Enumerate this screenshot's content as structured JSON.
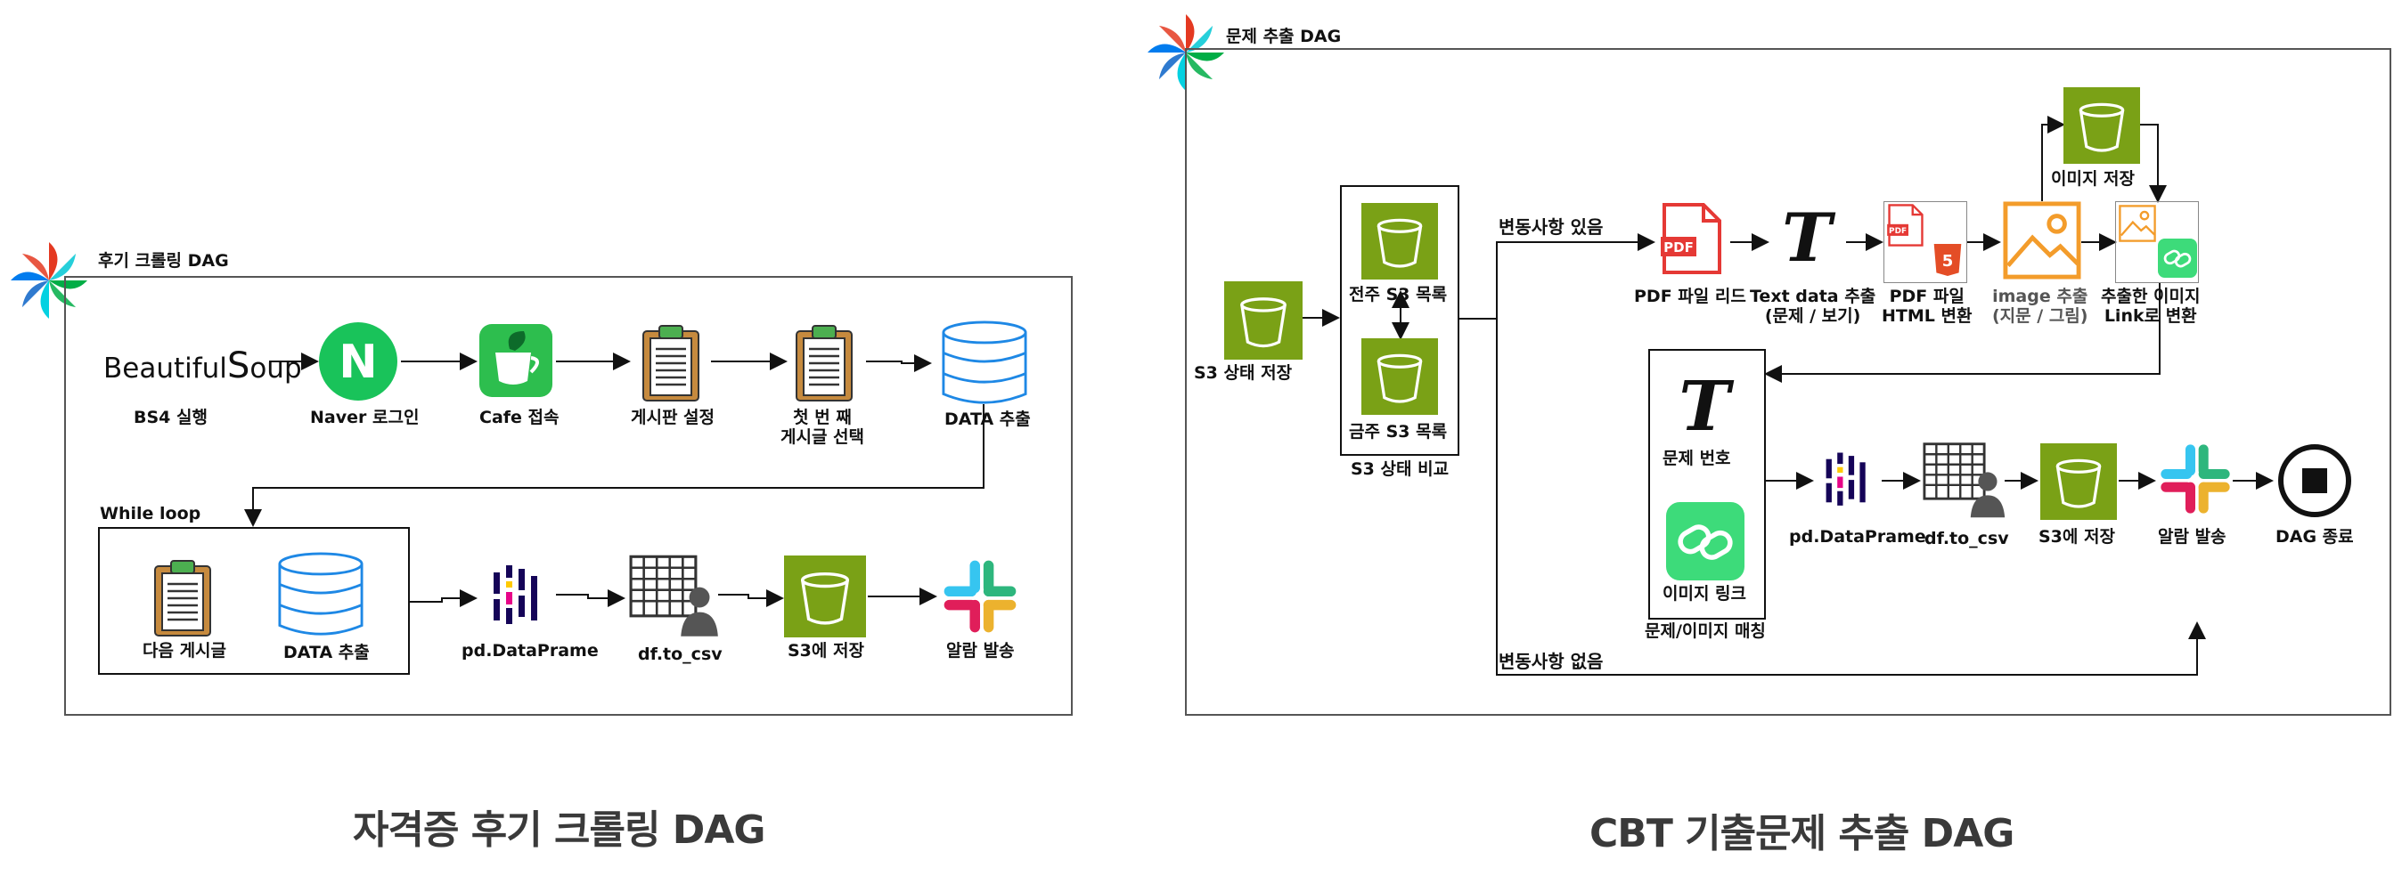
{
  "left_dag": {
    "header": "후기 크롤링 DAG",
    "bs4_logo": "Beautiful",
    "bs4_logo_tail": "oup",
    "nodes": {
      "bs4": "BS4 실행",
      "naver": "Naver 로그인",
      "cafe": "Cafe 접속",
      "board": "게시판 설정",
      "first_post": [
        "첫 번 째",
        "게시글 선택"
      ],
      "data1": "DATA 추출",
      "next_post": "다음 게시글",
      "data2": "DATA 추출",
      "pandas": "pd.DataPrame",
      "csv": "df.to_csv",
      "s3": "S3에 저장",
      "slack": "알람 발송"
    },
    "loop_label": "While loop",
    "caption": "자격증 후기 크롤링 DAG"
  },
  "right_dag": {
    "header": "문제 추출 DAG",
    "nodes": {
      "s3_state": "S3 상태 저장",
      "prev_s3": "전주 S3 목록",
      "curr_s3": "금주 S3 목록",
      "compare": "S3 상태 비교",
      "pdf_read": "PDF 파일 리드",
      "text_extract": [
        "Text data 추출",
        "(문제 / 보기)"
      ],
      "pdf_html": [
        "PDF 파일",
        "HTML 변환"
      ],
      "image_extract": [
        "image 추출",
        "(지문 / 그림)"
      ],
      "image_save": "이미지 저장",
      "image_link": [
        "추출한 이미지",
        "Link로 변환"
      ],
      "question_no": "문제 번호",
      "image_link2": "이미지 링크",
      "match": "문제/이미지 매칭",
      "pandas": "pd.DataPrame",
      "csv": "df.to_csv",
      "s3": "S3에 저장",
      "slack": "알람 발송",
      "end": "DAG 종료"
    },
    "changed": "변동사항 있음",
    "unchanged": "변동사항 없음",
    "caption": "CBT 기출문제 추출 DAG"
  },
  "colors": {
    "naver_green": "#19C35A",
    "cafe_green": "#2DBE4E",
    "s3_green": "#7AA116",
    "db_blue": "#1E88E5",
    "pdf_red": "#E53935",
    "image_orange": "#F39C2B",
    "slack_blue": "#36C5F0",
    "slack_green": "#2EB67D",
    "slack_red": "#E01E5A",
    "slack_yellow": "#ECB22E"
  }
}
